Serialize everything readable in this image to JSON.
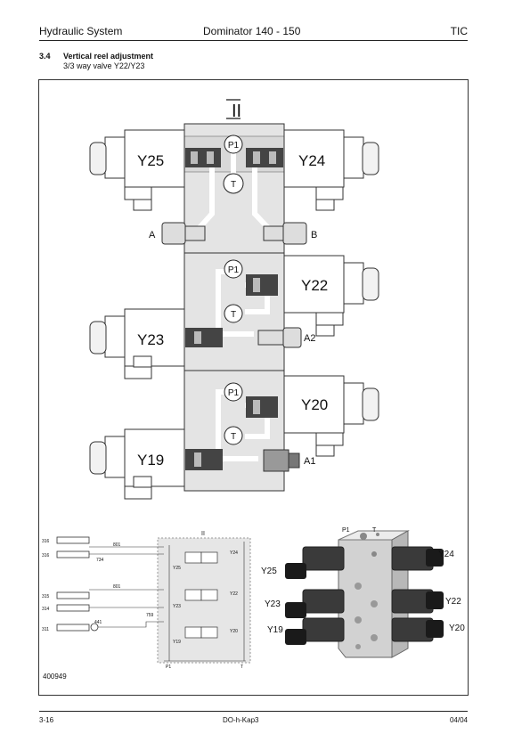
{
  "header": {
    "left": "Hydraulic System",
    "center": "Dominator 140 - 150",
    "right": "TIC"
  },
  "section": {
    "number": "3.4",
    "title": "Vertical reel adjustment",
    "subtitle": "3/3 way valve Y22/Y23"
  },
  "diagram": {
    "block_label": "II",
    "valves": [
      "Y25",
      "Y24",
      "Y22",
      "Y23",
      "Y20",
      "Y19"
    ],
    "ports": [
      "P1",
      "T",
      "A",
      "B",
      "A2",
      "A1"
    ]
  },
  "schematic": {
    "title": "II",
    "lines": [
      "316",
      "316",
      "315",
      "314",
      "311"
    ],
    "wires": [
      "801",
      "801",
      "441",
      "759",
      "734"
    ],
    "valves": [
      "Y24",
      "Y25",
      "Y22",
      "Y23",
      "Y20",
      "Y19"
    ],
    "ports": [
      "P1",
      "T"
    ]
  },
  "photo": {
    "labels": [
      "P1",
      "T",
      "Y24",
      "Y25",
      "Y23",
      "Y22",
      "Y19",
      "Y20"
    ]
  },
  "figure_id": "400949",
  "footer": {
    "left": "3-16",
    "center": "DO-h-Kap3",
    "right": "04/04"
  }
}
